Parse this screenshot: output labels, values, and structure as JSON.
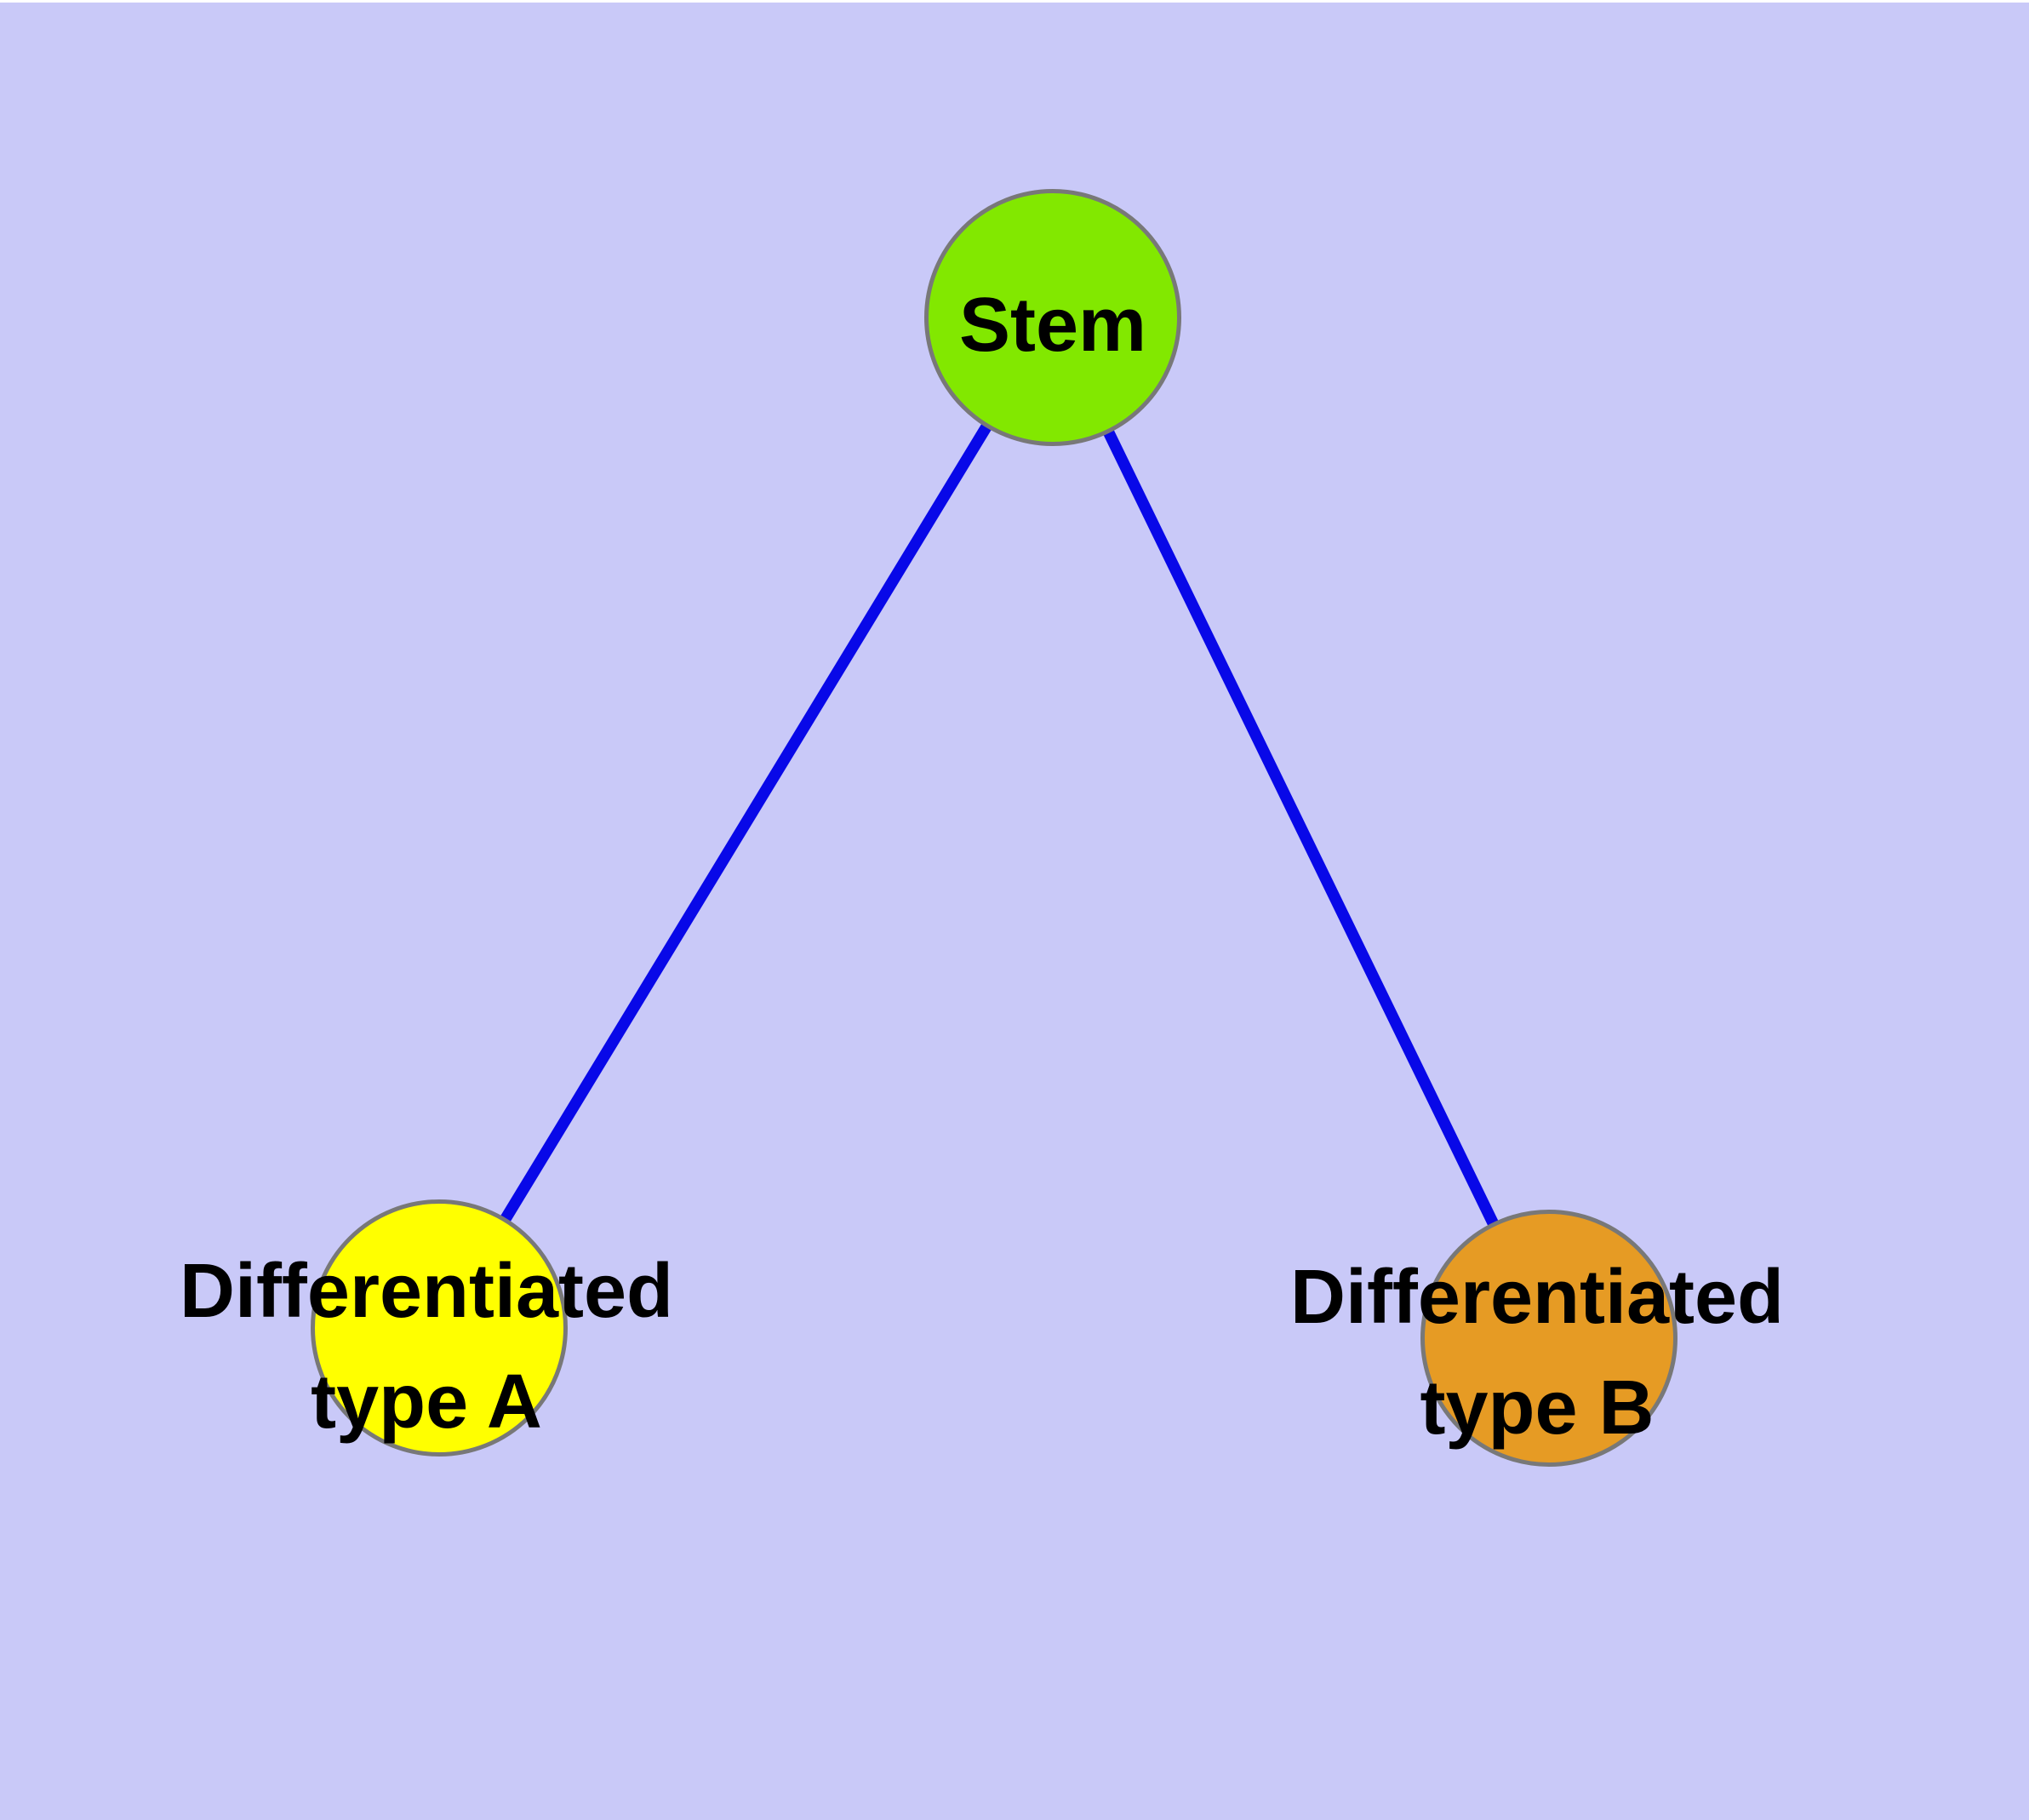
{
  "diagram": {
    "background_color": "#C9C9F8",
    "top_margin_color": "#FFFFFF",
    "edge_color": "#0808E8",
    "node_border_color": "#787878",
    "label_color": "#000000",
    "nodes": {
      "stem": {
        "label": "Stem",
        "fill": "#82E800"
      },
      "type_a": {
        "label_line1": "Differentiated",
        "label_line2": "type A",
        "fill": "#FFFF00"
      },
      "type_b": {
        "label_line1": "Differentiated",
        "label_line2": "type B",
        "fill": "#E69B24"
      }
    },
    "edges": [
      {
        "from": "Stem",
        "to": "Differentiated type A"
      },
      {
        "from": "Stem",
        "to": "Differentiated type B"
      }
    ]
  }
}
